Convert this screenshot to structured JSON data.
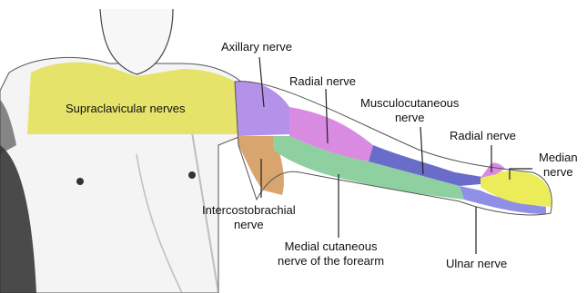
{
  "labels": {
    "supraclavicular": "Supraclavicular nerves",
    "axillary": "Axillary nerve",
    "radial_upper": "Radial nerve",
    "musculocutaneous_1": "Musculocutaneous",
    "musculocutaneous_2": "nerve",
    "radial_hand": "Radial nerve",
    "median_1": "Median",
    "median_2": "nerve",
    "intercostobrachial_1": "Intercostobrachial",
    "intercostobrachial_2": "nerve",
    "medial_cutaneous_1": "Medial cutaneous",
    "medial_cutaneous_2": "nerve of the forearm",
    "ulnar": "Ulnar nerve"
  },
  "colors": {
    "supraclavicular": "#e6e36a",
    "axillary": "#b592ea",
    "radial": "#d88be0",
    "musculocutaneous": "#6a6cc9",
    "medial_cutaneous": "#8ed0a0",
    "intercostobrachial": "#d9a56e",
    "ulnar": "#8f8fe6",
    "median": "#ecec5a",
    "skin_shading": "#2b2b2b"
  }
}
